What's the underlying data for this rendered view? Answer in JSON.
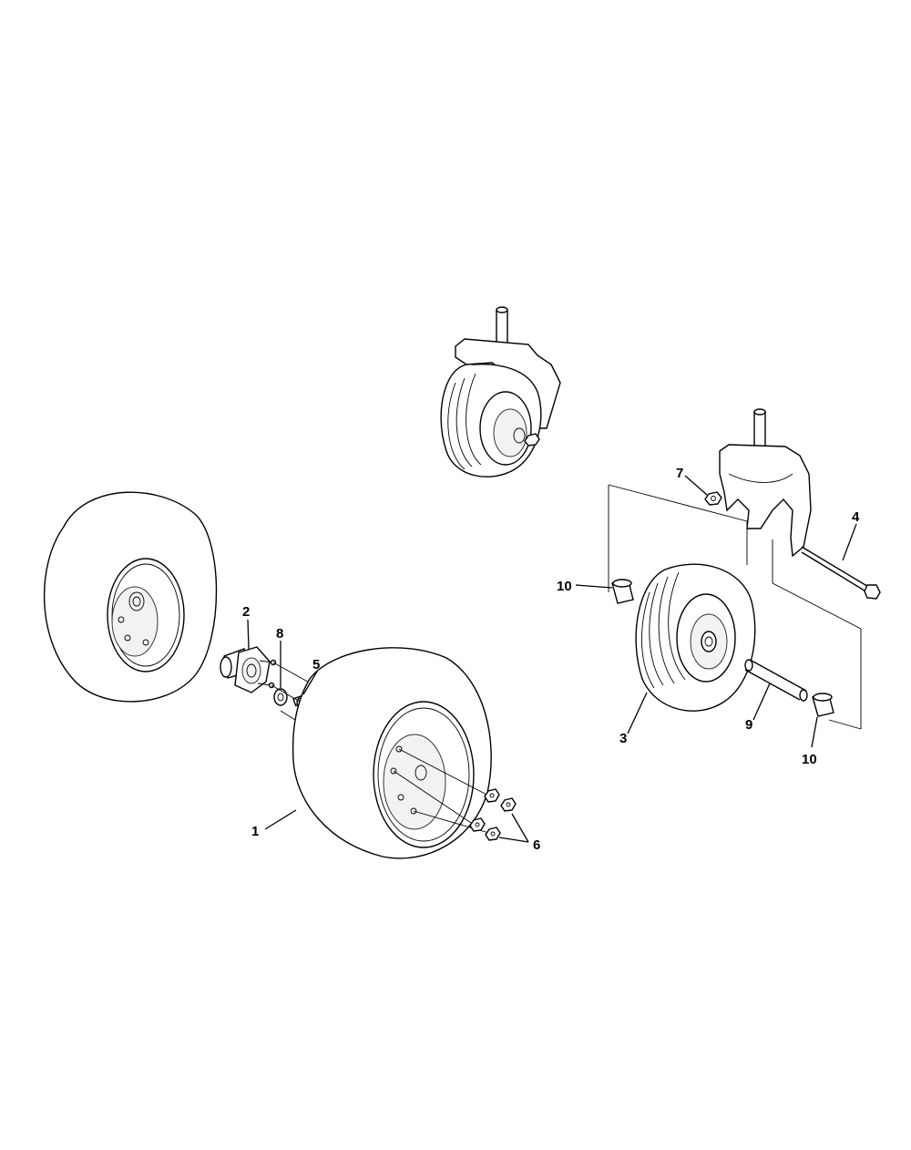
{
  "callouts": {
    "c1": "1",
    "c2": "2",
    "c3": "3",
    "c4": "4",
    "c5": "5",
    "c6": "6",
    "c7": "7",
    "c8": "8",
    "c9": "9",
    "c10a": "10",
    "c10b": "10"
  }
}
